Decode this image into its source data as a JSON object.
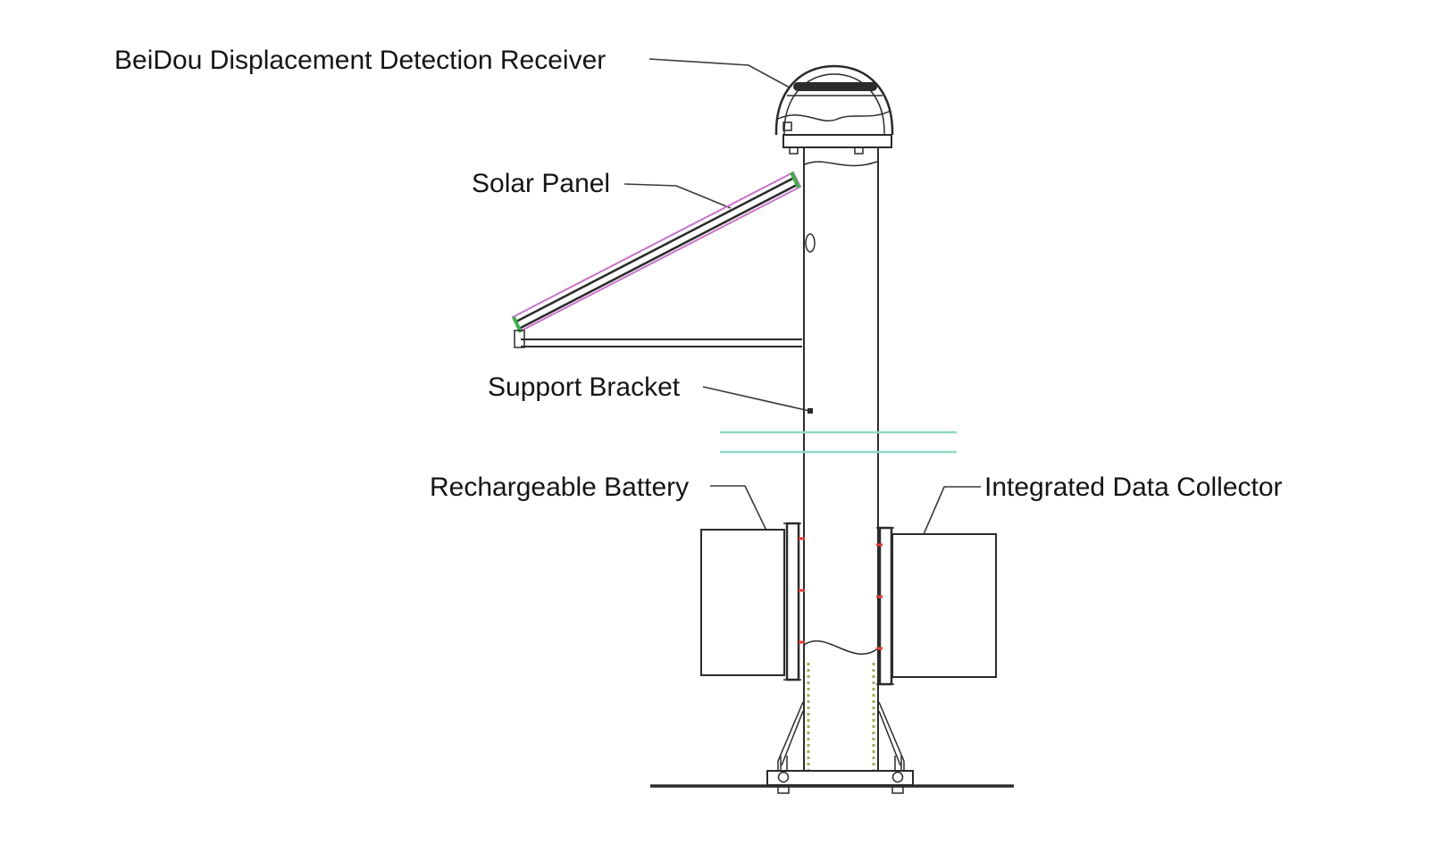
{
  "diagram": {
    "labels": {
      "receiver": "BeiDou Displacement Detection Receiver",
      "solar_panel": "Solar Panel",
      "support_bracket": "Support Bracket",
      "battery": "Rechargeable Battery",
      "data_collector": "Integrated Data Collector"
    },
    "colors": {
      "line": "#2b2b2b",
      "text": "#151515",
      "solar-outline": "#c873c8",
      "accent-green": "#3fb04a",
      "break-line": "#90d8c9",
      "base-fill": "#dedc96",
      "base-dot": "#a9a755",
      "marker-red": "#e23b3b"
    }
  }
}
